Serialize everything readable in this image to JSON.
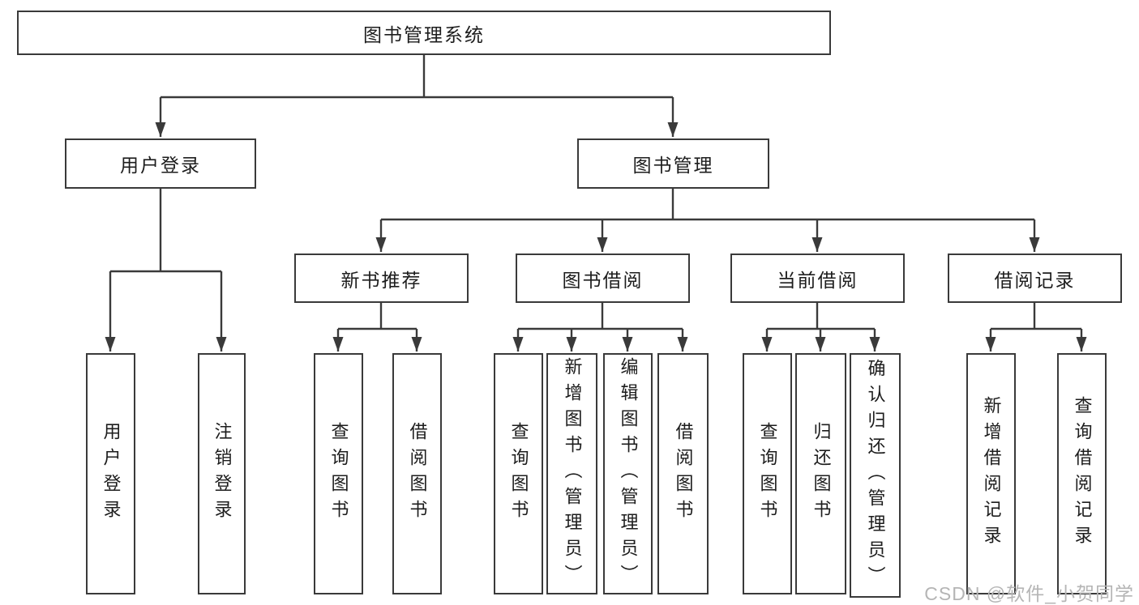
{
  "tree": {
    "root": "图书管理系统",
    "children": [
      {
        "label": "用户登录",
        "children": [
          "用户登录",
          "注销登录"
        ]
      },
      {
        "label": "图书管理",
        "children": [
          {
            "label": "新书推荐",
            "children": [
              "查询图书",
              "借阅图书"
            ]
          },
          {
            "label": "图书借阅",
            "children": [
              "查询图书",
              "新增图书（管理员）",
              "编辑图书（管理员）",
              "借阅图书"
            ]
          },
          {
            "label": "当前借阅",
            "children": [
              "查询图书",
              "归还图书",
              "确认归还（管理员）"
            ]
          },
          {
            "label": "借阅记录",
            "children": [
              "新增借阅记录",
              "查询借阅记录"
            ]
          }
        ]
      }
    ]
  },
  "watermark": {
    "text": "CSDN @软件_小贺同学"
  },
  "colors": {
    "line": "#3a3a3a",
    "text": "#1d1d1d",
    "watermark": "#b5b5b5",
    "background": "#ffffff"
  }
}
